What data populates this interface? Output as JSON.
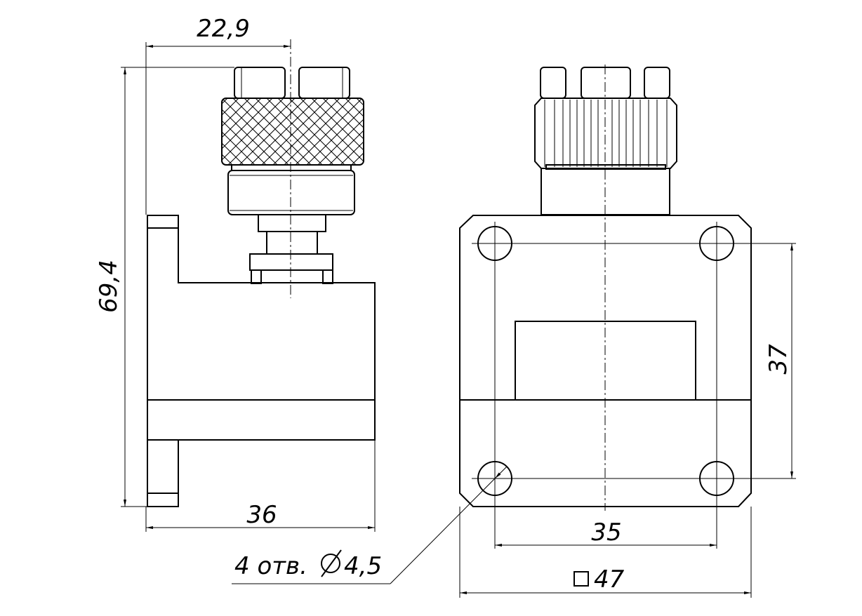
{
  "drawing": {
    "side_view": {
      "width_top": "22,9",
      "height": "69,4",
      "width_bottom": "36"
    },
    "front_view": {
      "hole_spacing_vertical": "37",
      "hole_spacing_horizontal": "35",
      "square_size": "47",
      "square_symbol": "square"
    },
    "holes_callout": "4 отв.",
    "holes_diameter": "4,5",
    "diameter_symbol": "Ø"
  }
}
